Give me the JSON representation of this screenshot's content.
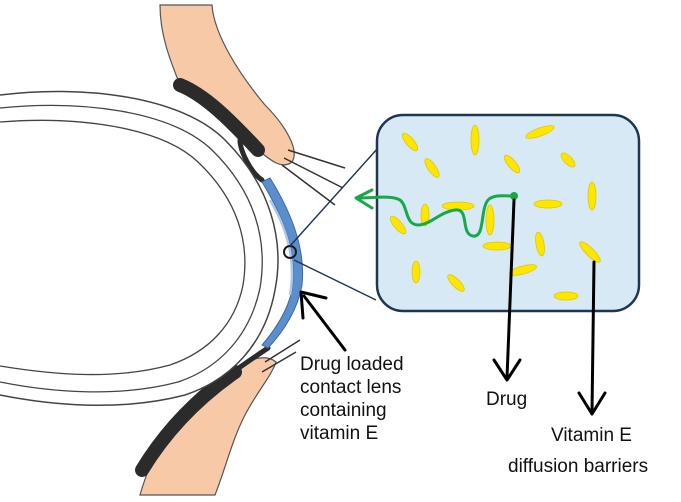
{
  "labels": {
    "lens_line1": "Drug loaded",
    "lens_line2": "contact lens",
    "lens_line3": "containing",
    "lens_line4": "vitamin E",
    "drug": "Drug",
    "vitamin_line1": "Vitamin E",
    "vitamin_line2": "diffusion barriers"
  },
  "colors": {
    "skin": "#f7c9a6",
    "lid_dark": "#2b2b2b",
    "lens_blue": "#5b8ecb",
    "lens_light": "#a9c8ea",
    "inset_fill": "#d6e9f5",
    "inset_border": "#1f3550",
    "vitamin_yellow": "#ffe600",
    "drug_path_green": "#18a84a",
    "arrow_black": "#000000"
  },
  "icons": {
    "lens_marker": "circle-outline-icon",
    "pointer": "arrow-icon"
  }
}
